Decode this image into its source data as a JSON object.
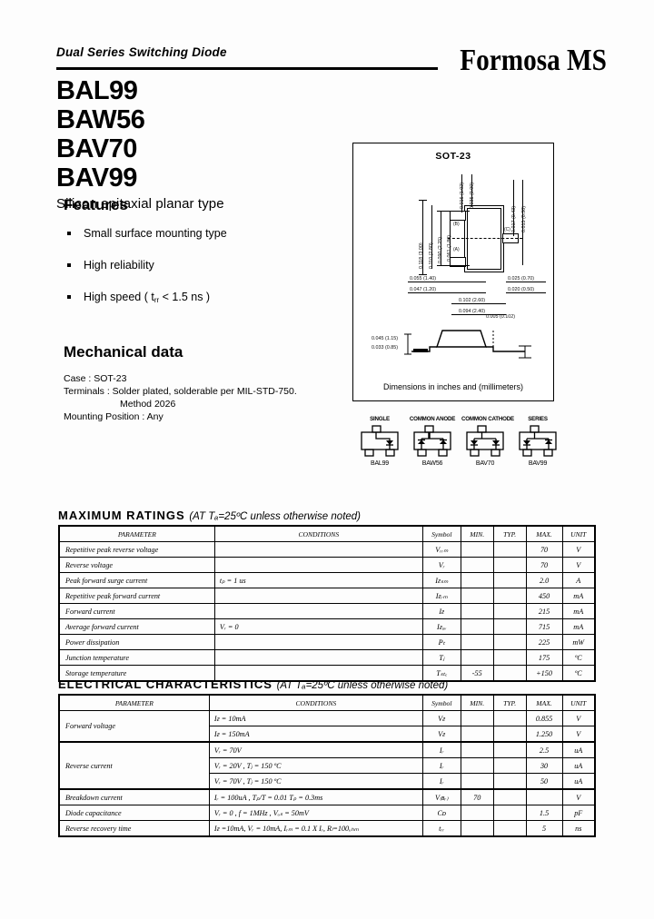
{
  "header": {
    "title": "Dual Series Switching Diode",
    "brand": "Formosa MS"
  },
  "parts": [
    "BAL99",
    "BAW56",
    "BAV70",
    "BAV99"
  ],
  "subtitle": "Silicon epitaxial planar type",
  "features": {
    "heading": "Features",
    "items": [
      "Small surface mounting type",
      "High reliability",
      "High speed ( t",
      " < 1.5 ns )"
    ],
    "item1": "Small surface mounting type",
    "item2": "High reliability",
    "item3_pre": "High speed ( t",
    "item3_sub": "rr",
    "item3_post": " < 1.5 ns )"
  },
  "mechanical": {
    "heading": "Mechanical data",
    "case": "Case : SOT-23",
    "terminals": "Terminals : Solder plated, solderable per MIL-STD-750.",
    "method": "Method 2026",
    "mounting": "Mounting Position : Any"
  },
  "package": {
    "title": "SOT-23",
    "footnote": "Dimensions in inches and (millimeters)",
    "dimensions": {
      "top_left": "0.016 (1.02)",
      "top_right": "0.035 (0.90)",
      "right_upper": "0.017 (0.43)",
      "right_lower": "0.015 (0.38)",
      "left_outer": "0.118 (3.00)",
      "left_inner": "0.110 (2.80)",
      "mid_a": "0.090 (2.25)",
      "mid_b": "0.061 (1.80)",
      "bot_a": "0.055 (1.40)",
      "bot_b": "0.047 (1.20)",
      "bot_c": "0.102 (2.60)",
      "bot_d": "0.094 (2.40)",
      "right_a": "0.025 (0.70)",
      "right_b": "0.020 (0.50)",
      "side_top": "0.005 (0.102)",
      "side_a": "0.045 (1.15)",
      "side_b": "0.033 (0.85)",
      "pin_b": "(B)",
      "pin_a": "(A)",
      "pin_c": "(C)"
    }
  },
  "pinouts": [
    {
      "label": "SINGLE",
      "part": "BAL99",
      "type": "single"
    },
    {
      "label": "COMMON ANODE",
      "part": "BAW56",
      "type": "common-anode"
    },
    {
      "label": "COMMON CATHODE",
      "part": "BAV70",
      "type": "common-cathode"
    },
    {
      "label": "SERIES",
      "part": "BAV99",
      "type": "series"
    }
  ],
  "max_ratings": {
    "title": "MAXIMUM RATINGS",
    "condition": "(AT Tₐ=25ºC unless otherwise noted)",
    "columns": [
      "PARAMETER",
      "CONDITIONS",
      "Symbol",
      "MIN.",
      "TYP.",
      "MAX.",
      "UNIT"
    ],
    "rows": [
      {
        "parameter": "Repetitive peak reverse voltage",
        "conditions": "",
        "symbol": "Vᵣᵣₘ",
        "min": "",
        "typ": "",
        "max": "70",
        "unit": "V"
      },
      {
        "parameter": "Reverse voltage",
        "conditions": "",
        "symbol": "Vᵣ",
        "min": "",
        "typ": "",
        "max": "70",
        "unit": "V"
      },
      {
        "parameter": "Peak forward surge current",
        "conditions": "tₚ = 1 us",
        "symbol": "Iғₛₘ",
        "min": "",
        "typ": "",
        "max": "2.0",
        "unit": "A"
      },
      {
        "parameter": "Repetitive peak forward current",
        "conditions": "",
        "symbol": "Iғᵣₘ",
        "min": "",
        "typ": "",
        "max": "450",
        "unit": "mA"
      },
      {
        "parameter": "Forward current",
        "conditions": "",
        "symbol": "Iғ",
        "min": "",
        "typ": "",
        "max": "215",
        "unit": "mA"
      },
      {
        "parameter": "Average forward current",
        "conditions": "Vᵣ = 0",
        "symbol": "Iғₐᵥ",
        "min": "",
        "typ": "",
        "max": "715",
        "unit": "mA"
      },
      {
        "parameter": "Power dissipation",
        "conditions": "",
        "symbol": "Pₜ",
        "min": "",
        "typ": "",
        "max": "225",
        "unit": "mW"
      },
      {
        "parameter": "Junction temperature",
        "conditions": "",
        "symbol": "Tⱼ",
        "min": "",
        "typ": "",
        "max": "175",
        "unit": "ºC"
      },
      {
        "parameter": "Storage temperature",
        "conditions": "",
        "symbol": "Tₛₜₑ",
        "min": "-55",
        "typ": "",
        "max": "+150",
        "unit": "ºC"
      }
    ]
  },
  "electrical": {
    "title": "ELECTRICAL CHARACTERISTICS",
    "condition": "(AT Tₐ=25ºC unless otherwise noted)",
    "columns": [
      "PARAMETER",
      "CONDITIONS",
      "Symbol",
      "MIN.",
      "TYP.",
      "MAX.",
      "UNIT"
    ],
    "rows": [
      {
        "parameter": "Forward voltage",
        "rowspan": 2,
        "conditions": "Iғ = 10mA",
        "symbol": "Vғ",
        "min": "",
        "typ": "",
        "max": "0.855",
        "unit": "V"
      },
      {
        "parameter": "",
        "rowspan": 0,
        "conditions": "Iғ = 150mA",
        "symbol": "Vғ",
        "min": "",
        "typ": "",
        "max": "1.250",
        "unit": "V"
      },
      {
        "parameter": "Reverse current",
        "rowspan": 3,
        "conditions": "Vᵣ = 70V",
        "symbol": "Iᵣ",
        "min": "",
        "typ": "",
        "max": "2.5",
        "unit": "uA"
      },
      {
        "parameter": "",
        "rowspan": 0,
        "conditions": "Vᵣ = 20V , Tⱼ = 150 ºC",
        "symbol": "Iᵣ",
        "min": "",
        "typ": "",
        "max": "30",
        "unit": "uA"
      },
      {
        "parameter": "",
        "rowspan": 0,
        "conditions": "Vᵣ = 70V , Tⱼ = 150 ºC",
        "symbol": "Iᵣ",
        "min": "",
        "typ": "",
        "max": "50",
        "unit": "uA"
      },
      {
        "parameter": "Breakdown current",
        "rowspan": 1,
        "conditions": "Iᵣ = 100uA , Tₚ/T = 0.01 Tₚ = 0.3ms",
        "symbol": "V₍ʙᵣ₎",
        "min": "70",
        "typ": "",
        "max": "",
        "unit": "V"
      },
      {
        "parameter": "Diode capacitance",
        "rowspan": 1,
        "conditions": "Vᵣ = 0 , f = 1MHz , Vₒₛ = 50mV",
        "symbol": "Cᴅ",
        "min": "",
        "typ": "",
        "max": "1.5",
        "unit": "pF"
      },
      {
        "parameter": "Reverse recovery time",
        "rowspan": 1,
        "conditions": "Iғ =10mA, Vᵣ = 10mA, Iᵣₘ = 0.1 X Iᵣ, Rₗ=100ₒₕₘ",
        "symbol": "tᵣᵣ",
        "min": "",
        "typ": "",
        "max": "5",
        "unit": "ns"
      }
    ]
  }
}
